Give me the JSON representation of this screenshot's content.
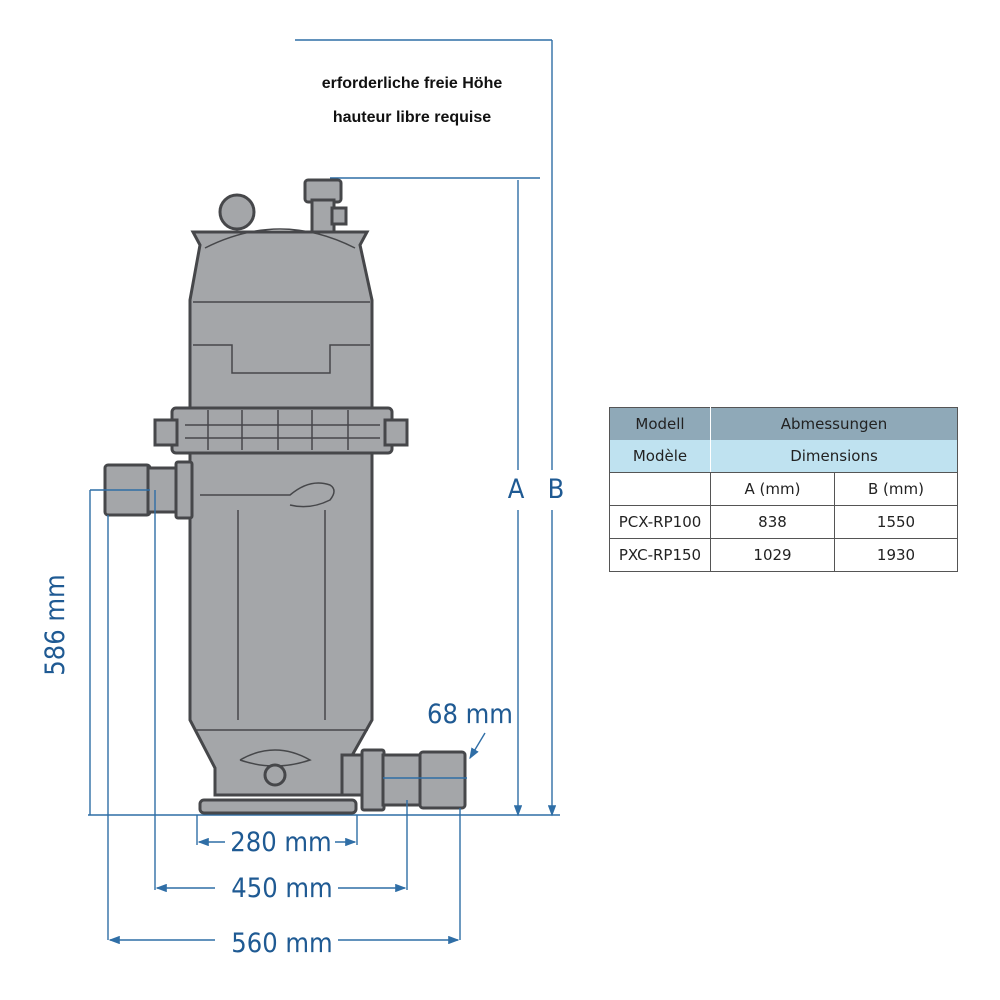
{
  "notes": {
    "de": "erforderliche freie Höhe",
    "fr": "hauteur libre requise"
  },
  "dimensions": {
    "A": "A",
    "B": "B",
    "height_inlet": "586 mm",
    "pipe_diameter": "68 mm",
    "base_width": "280 mm",
    "port_spacing": "450 mm",
    "overall_width": "560 mm"
  },
  "colors": {
    "dimension": "#1f5a93",
    "header": "#8fa9b8",
    "subheader": "#bfe2f0",
    "body": "#a4a6a9"
  },
  "table": {
    "header_model_de": "Modell",
    "header_model_fr": "Modèle",
    "header_dim_de": "Abmessungen",
    "header_dim_fr": "Dimensions",
    "col_a": "A (mm)",
    "col_b": "B (mm)",
    "rows": [
      {
        "model": "PCX-RP100",
        "a": "838",
        "b": "1550"
      },
      {
        "model": "PXC-RP150",
        "a": "1029",
        "b": "1930"
      }
    ]
  }
}
